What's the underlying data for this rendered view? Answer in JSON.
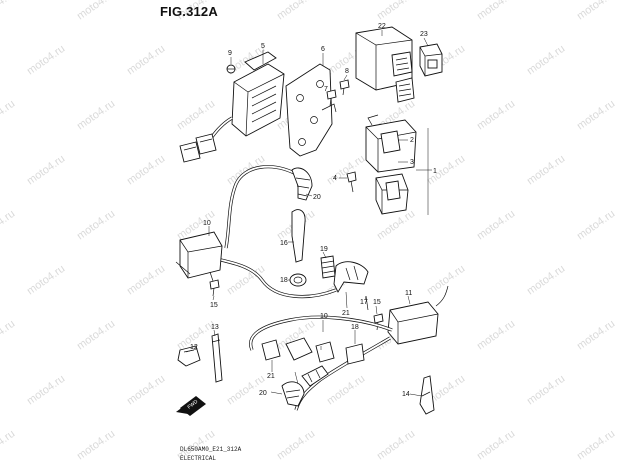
{
  "figure": {
    "title": "FIG.312A",
    "code": "DL650AM0_E21_312A",
    "caption": "ELECTRICAL"
  },
  "watermark": "moto4.ru",
  "front_marker": "FWD",
  "callouts": [
    "1",
    "2",
    "3",
    "4",
    "5",
    "6",
    "7",
    "8",
    "9",
    "10",
    "10",
    "11",
    "12",
    "13",
    "14",
    "15",
    "15",
    "16",
    "17",
    "18",
    "18",
    "19",
    "20",
    "20",
    "21",
    "21",
    "22",
    "23"
  ],
  "colors": {
    "line": "#111111",
    "watermark": "#bcbcbc"
  }
}
